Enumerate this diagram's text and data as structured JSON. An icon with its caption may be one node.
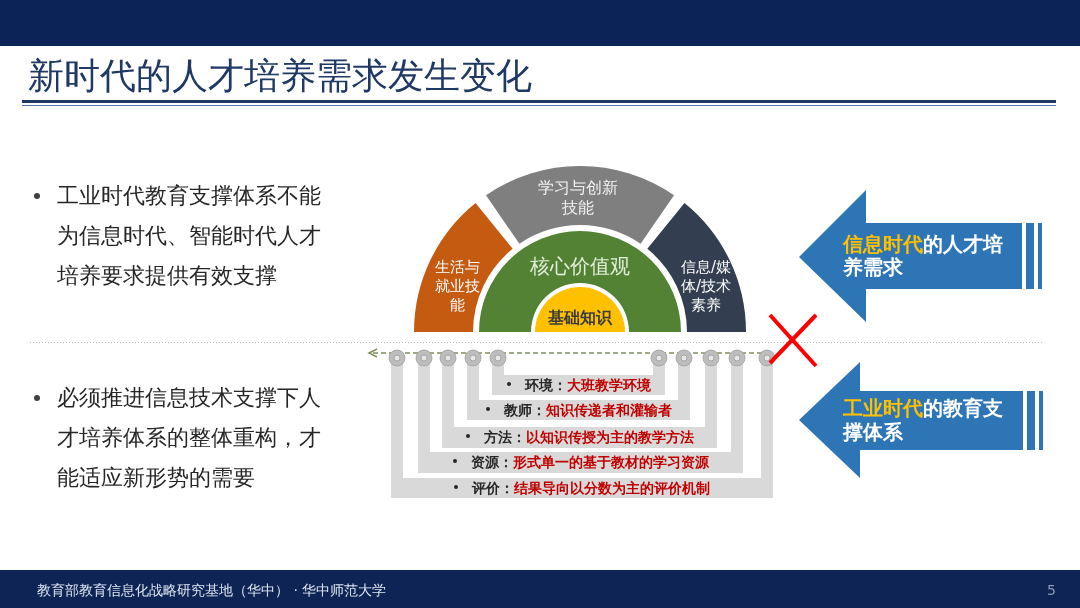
{
  "diagram": {
    "title": "新时代的人才培养需求发生变化",
    "nodes": [
      {
        "text": [
          "生活与就业技能"
        ]
      },
      {
        "text": [
          "学习与创新技能"
        ]
      },
      {
        "text": [
          "信息/媒体/技术素养"
        ]
      },
      {
        "text": [
          "核心价值观"
        ]
      },
      {
        "text": [
          "基础知识"
        ],
        "in": 3
      },
      {
        "text": [
          "**环境：**大班教学环境"
        ]
      },
      {
        "text": [
          "**教师：**知识传递者和灌输者"
        ]
      },
      {
        "text": [
          "**方法：**以知识传授为主的教学方法"
        ]
      },
      {
        "text": [
          "**资源：**形式单一的基于教材的学习资源"
        ]
      },
      {
        "text": [
          "**评价：**结果导向以分数为主的评价机制"
        ]
      },
      {
        "text": [
          "**信息时代**的人才培养需求"
        ]
      },
      {
        "text": [
          "**工业时代**的教育支撑体系"
        ]
      }
    ],
    "labels": [
      "工业时代教育支撑体系不能为信息时代、智能时代人才培养要求提供有效支撑",
      "必须推进信息技术支撑下人才培养体系的整体重构，才能适应新形势的需要",
      "教育部教育信息化战略研究基地（华中） · 华中师范大学",
      "5"
    ]
  }
}
